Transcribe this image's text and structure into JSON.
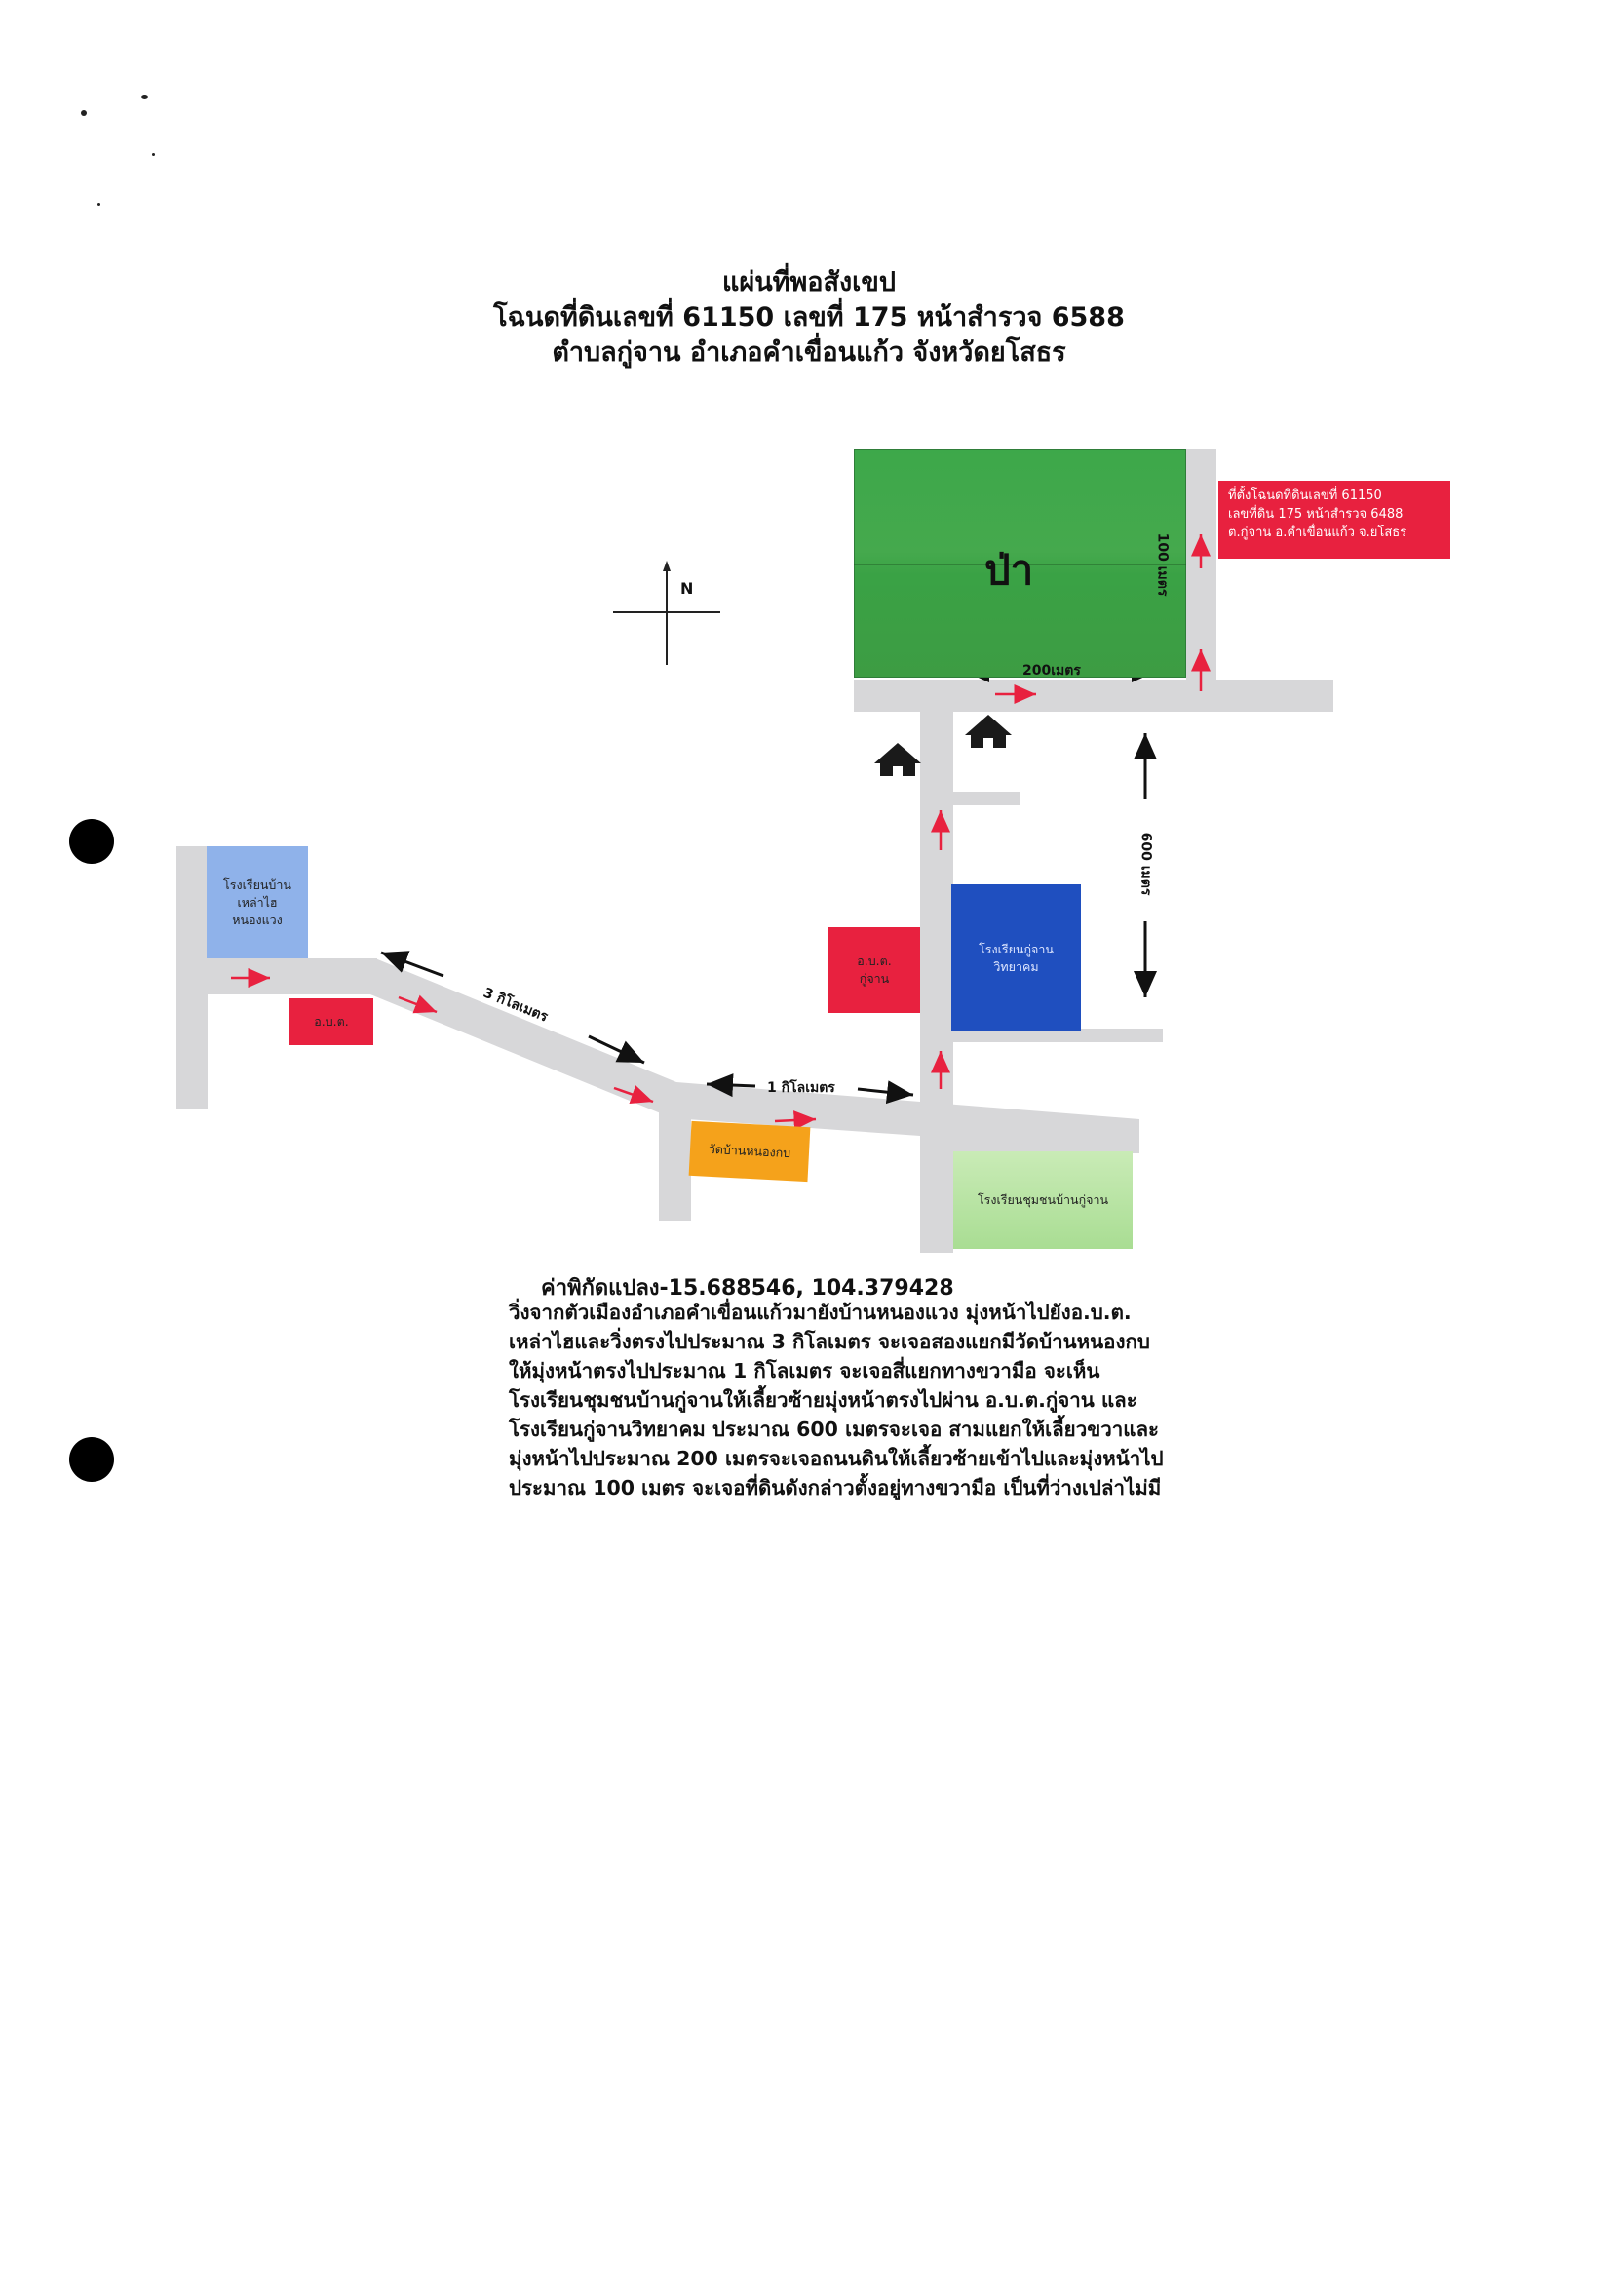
{
  "title": {
    "line1": "แผ่นที่พอสังเขป",
    "line2": "โฉนดที่ดินเลขที่ 61150 เลขที่ 175 หน้าสำรวจ 6588",
    "line3": "ตำบลกู่จาน อำเภอคำเขื่อนแก้ว จังหวัดยโสธร"
  },
  "compass": {
    "north_label": "N"
  },
  "places": {
    "forest": "ป่า",
    "deed_location": "ที่ตั้งโฉนดที่ดินเลขที่ 61150\nเลขที่ดิน 175 หน้าสำรวจ 6488\nต.กู่จาน อ.คำเขื่อนแก้ว จ.ยโสธร",
    "school_lao_hai": "โรงเรียนบ้าน\nเหล่าไฮ\nหนองแวง",
    "sao_left": "อ.บ.ต.",
    "sao_kujan": "อ.บ.ต.\nกู่จาน",
    "school_kujan_wittayakhom": "โรงเรียนกู่จาน\nวิทยาคม",
    "wat_nong_kop": "วัดบ้านหนองกบ",
    "school_chumchon": "โรงเรียนชุมชนบ้านกู่จาน"
  },
  "measurements": {
    "forest_height": "100 เมตร",
    "forest_width": "200เมตร",
    "segment_600": "600 เมตร",
    "segment_3km": "3 กิโลเมตร",
    "segment_1km": "1 กิโลเมตร"
  },
  "coordinates": "ค่าพิกัดแปลง-15.688546, 104.379428",
  "directions": [
    "วิ่งจากตัวเมืองอำเภอคำเขื่อนแก้วมายังบ้านหนองแวง มุ่งหน้าไปยังอ.บ.ต.",
    "เหล่าไฮและวิ่งตรงไปประมาณ 3 กิโลเมตร จะเจอสองแยกมีวัดบ้านหนองกบ",
    "ให้มุ่งหน้าตรงไปประมาณ 1 กิโลเมตร จะเจอสี่แยกทางขวามือ จะเห็น",
    "โรงเรียนชุมชนบ้านกู่จานให้เลี้ยวซ้ายมุ่งหน้าตรงไปผ่าน อ.บ.ต.กู่จาน และ",
    "โรงเรียนกู่จานวิทยาคม ประมาณ 600 เมตรจะเจอ สามแยกให้เลี้ยวขวาและ",
    "มุ่งหน้าไปประมาณ 200 เมตรจะเจอถนนดินให้เลี้ยวซ้ายเข้าไปและมุ่งหน้าไป",
    "ประมาณ 100 เมตร จะเจอที่ดินดังกล่าวตั้งอยู่ทางขวามือ เป็นที่ว่างเปล่าไม่มี"
  ],
  "colors": {
    "forest": "#3da84a",
    "deed_box": "#e8213f",
    "sao": "#e8213f",
    "school_blue": "#1f4fbf",
    "school_light_blue": "#8fb2ea",
    "wat": "#f5a21b",
    "school_green": "#b9e3a2",
    "road": "#d7d7d9",
    "arrow_red": "#e8213f"
  }
}
